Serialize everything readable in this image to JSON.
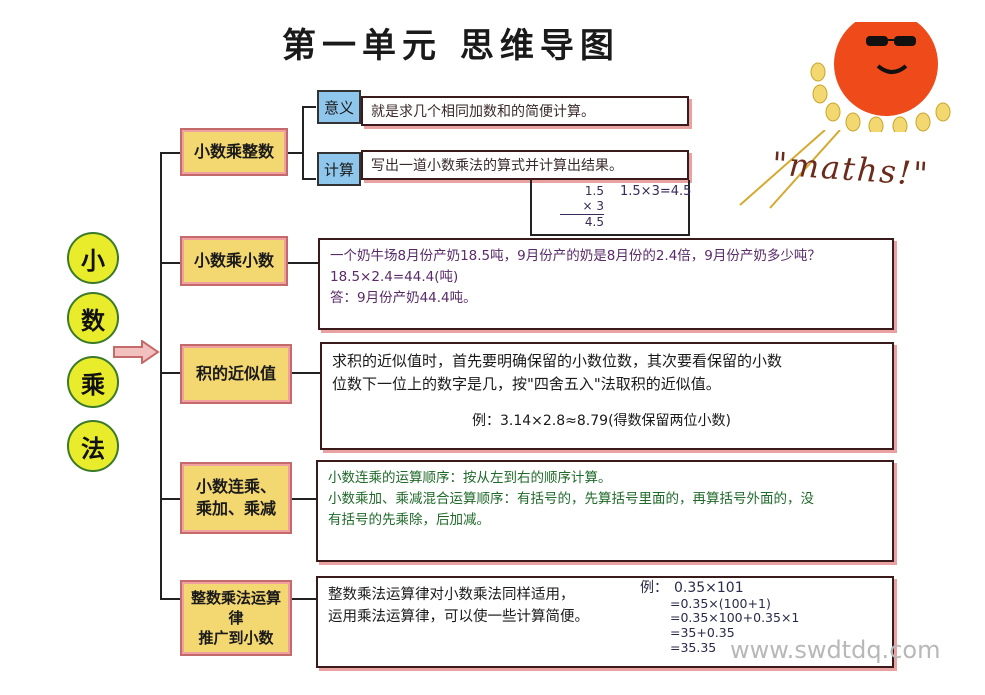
{
  "title": "第一单元 思维导图",
  "maths_text": "\"maths!\"",
  "center_chars": [
    "小",
    "数",
    "乘",
    "法"
  ],
  "colors": {
    "topic_fill": "#f3d770",
    "tag_fill": "#8fc6ec",
    "circle_fill": "#e9ec2a",
    "sun": "#ee4a1a"
  },
  "branch1": {
    "label": "小数乘整数",
    "meaning_tag": "意义",
    "meaning_text": "就是求几个相同加数和的简便计算。",
    "calc_tag": "计算",
    "calc_text": "写出一道小数乘法的算式并计算出结果。",
    "calc_eq": "1.5×3=4.5",
    "vertical": [
      "1.5",
      "×  3",
      "4.5"
    ]
  },
  "branch2": {
    "label": "小数乘小数",
    "line1": "一个奶牛场8月份产奶18.5吨，9月份产的奶是8月份的2.4倍，9月份产奶多少吨？",
    "line2": "18.5×2.4=44.4(吨)",
    "line3": "答：9月份产奶44.4吨。"
  },
  "branch3": {
    "label": "积的近似值",
    "line1": "求积的近似值时，首先要明确保留的小数位数，其次要看保留的小数",
    "line2": "位数下一位上的数字是几，按\"四舍五入\"法取积的近似值。",
    "example": "例：3.14×2.8≈8.79(得数保留两位小数)"
  },
  "branch4": {
    "label_line1": "小数连乘、",
    "label_line2": "乘加、乘减",
    "line1": "小数连乘的运算顺序：按从左到右的顺序计算。",
    "line2": "小数乘加、乘减混合运算顺序：有括号的，先算括号里面的，再算括号外面的，没",
    "line3": "有括号的先乘除，后加减。"
  },
  "branch5": {
    "label_line1": "整数乘法运算律",
    "label_line2": "推广到小数",
    "line1": "整数乘法运算律对小数乘法同样适用，",
    "line2": "运用乘法运算律，可以使一些计算简便。",
    "ex_label": "例：",
    "ex_lines": [
      "0.35×101",
      "=0.35×(100+1)",
      "=0.35×100+0.35×1",
      "=35+0.35",
      "=35.35"
    ]
  },
  "watermark": "www.swdtdq.com"
}
